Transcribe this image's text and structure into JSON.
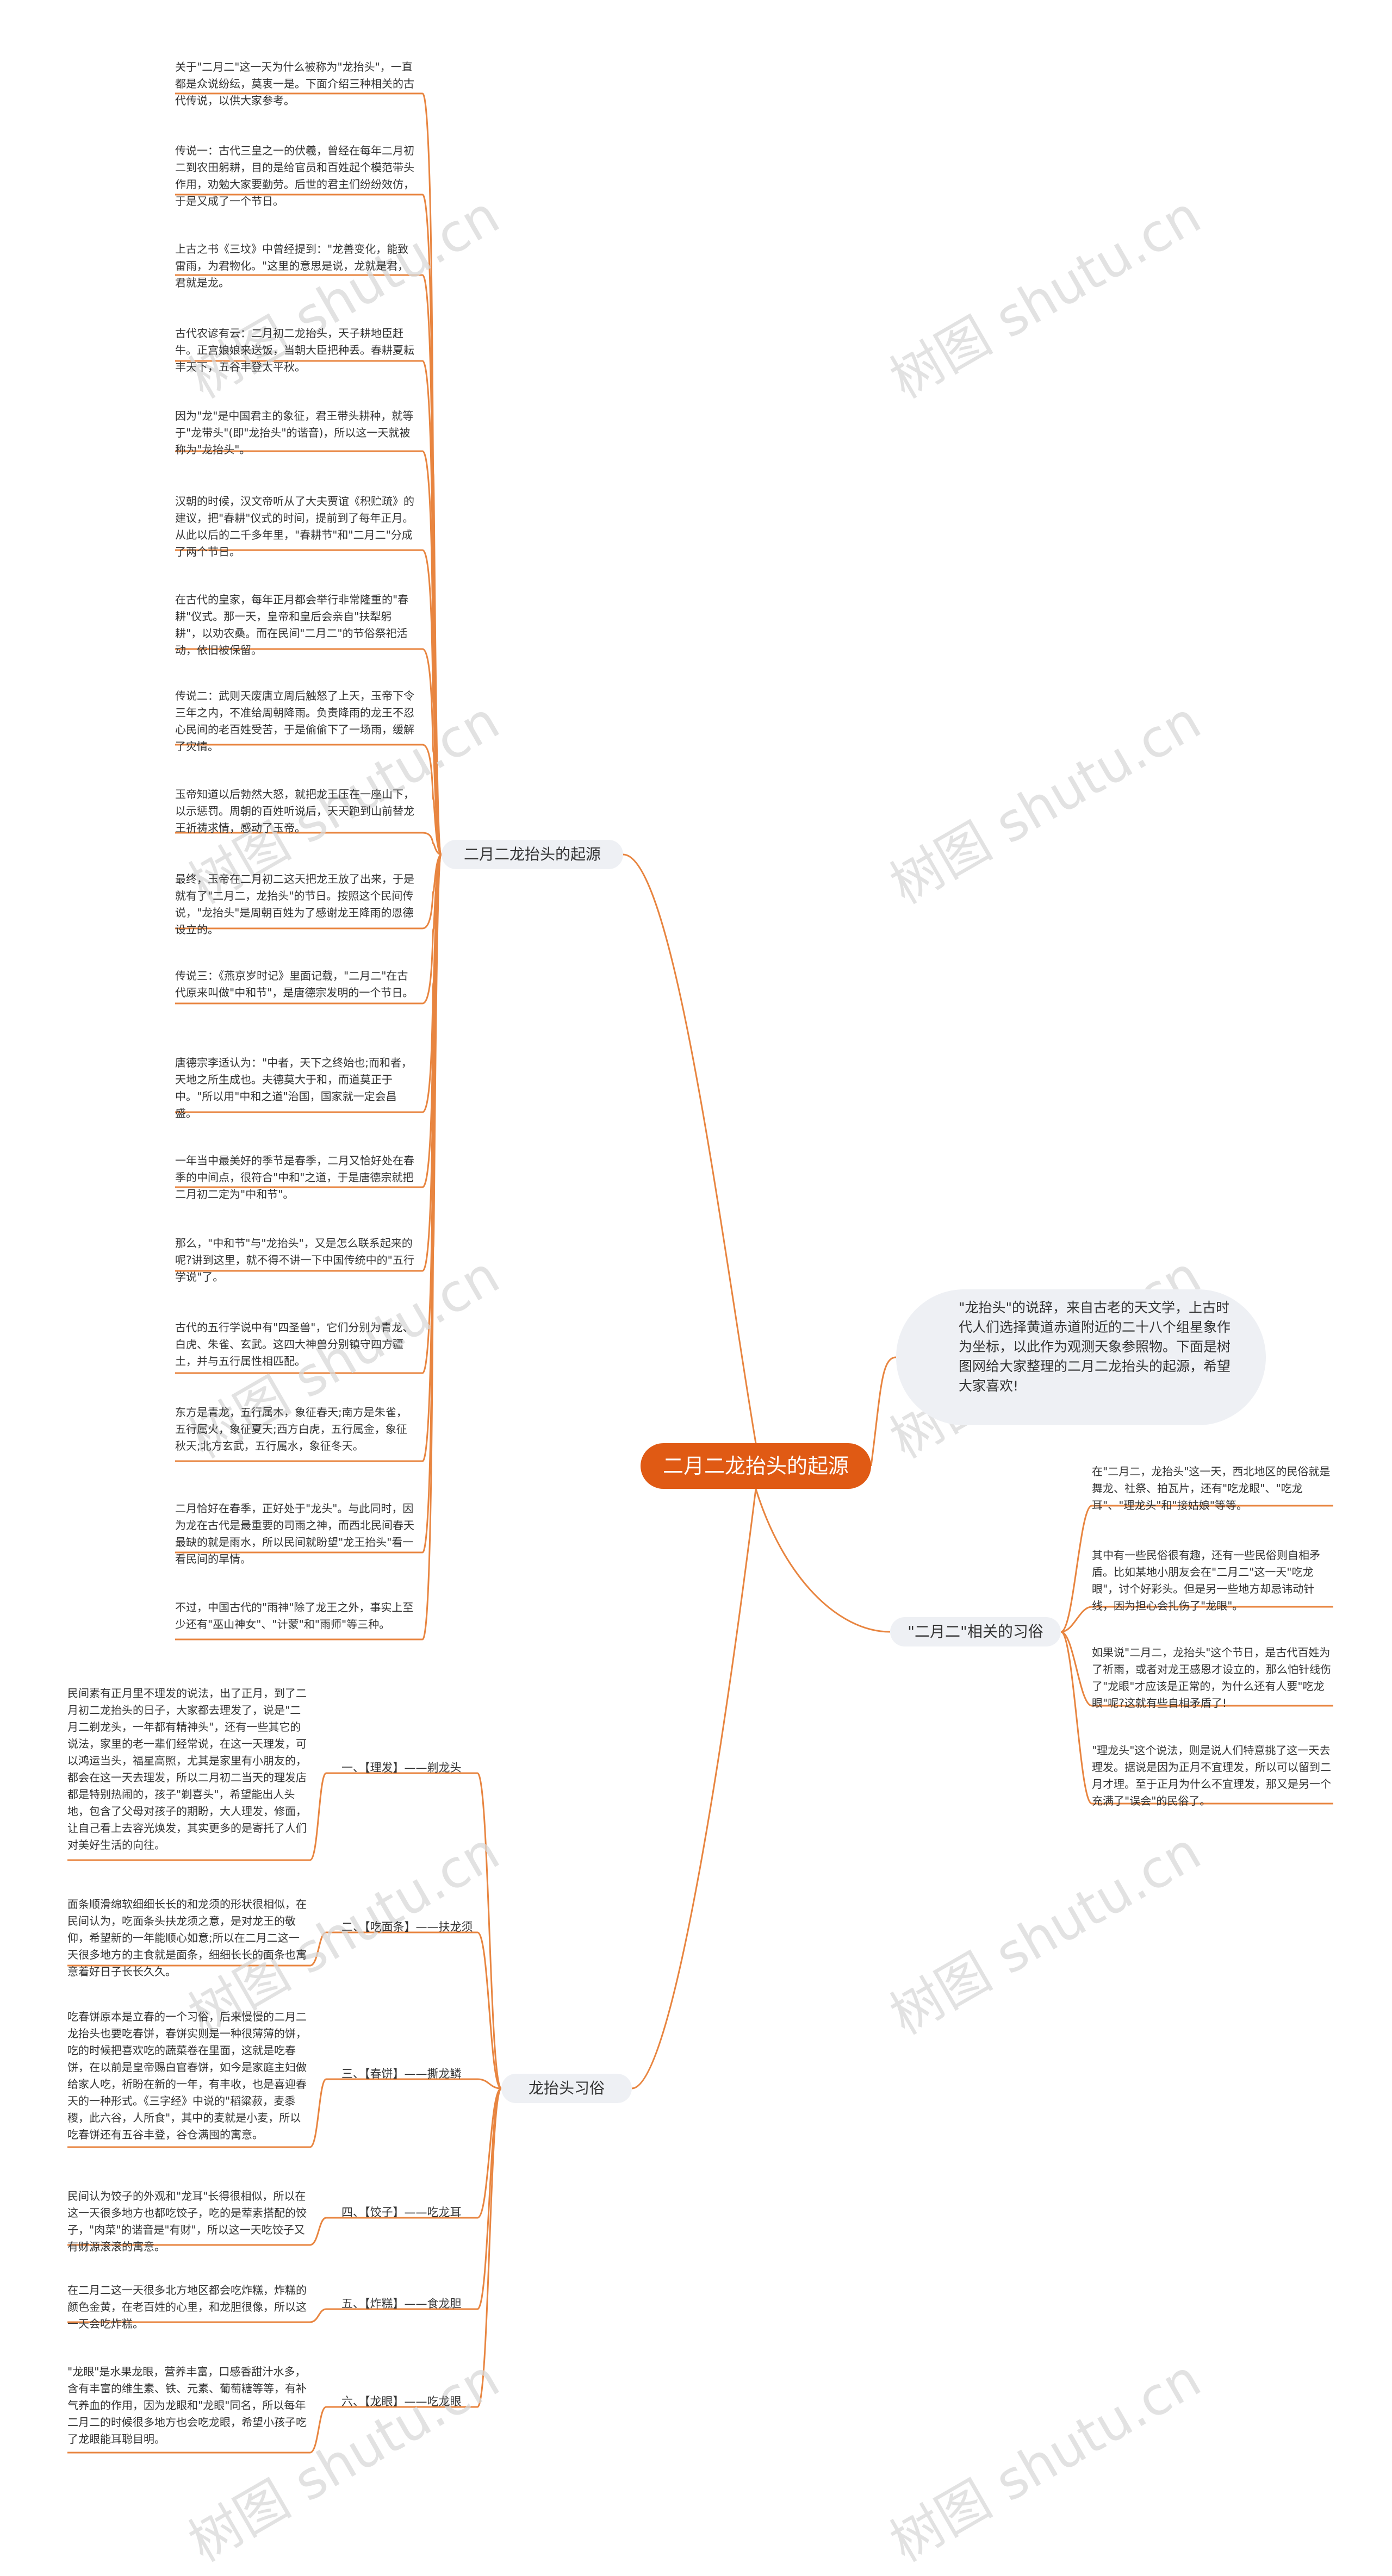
{
  "colors": {
    "accent": "#e05a14",
    "line": "#e88540",
    "node_bg": "#eef0f4",
    "watermark": "#d9d9d9"
  },
  "watermark": "树图 shutu.cn",
  "root": "二月二龙抬头的起源",
  "intro": "\"龙抬头\"的说辞，来自古老的天文学，上古时代人们选择黄道赤道附近的二十八个组星象作为坐标，以此作为观测天象参照物。下面是树图网给大家整理的二月二龙抬头的起源，希望大家喜欢!",
  "origin": {
    "label": "二月二龙抬头的起源",
    "items": [
      "关于\"二月二\"这一天为什么被称为\"龙抬头\"，一直都是众说纷纭，莫衷一是。下面介绍三种相关的古代传说，以供大家参考。",
      "传说一：古代三皇之一的伏羲，曾经在每年二月初二到农田躬耕，目的是给官员和百姓起个模范带头作用，劝勉大家要勤劳。后世的君主们纷纷效仿，于是又成了一个节日。",
      "上古之书《三坟》中曾经提到：\"龙善变化，能致雷雨，为君物化。\"这里的意思是说，龙就是君，君就是龙。",
      "古代农谚有云：二月初二龙抬头，天子耕地臣赶牛。正宫娘娘来送饭，当朝大臣把种丢。春耕夏耘丰天下，五谷丰登太平秋。",
      "因为\"龙\"是中国君主的象征，君王带头耕种，就等于\"龙带头\"(即\"龙抬头\"的谐音)，所以这一天就被称为\"龙抬头\"。",
      "汉朝的时候，汉文帝听从了大夫贾谊《积贮疏》的建议，把\"春耕\"仪式的时间，提前到了每年正月。从此以后的二千多年里，\"春耕节\"和\"二月二\"分成了两个节日。",
      "在古代的皇家，每年正月都会举行非常隆重的\"春耕\"仪式。那一天，皇帝和皇后会亲自\"扶犁躬耕\"，以劝农桑。而在民间\"二月二\"的节俗祭祀活动，依旧被保留。",
      "传说二：武则天废唐立周后触怒了上天，玉帝下令三年之内，不准给周朝降雨。负责降雨的龙王不忍心民间的老百姓受苦，于是偷偷下了一场雨，缓解了灾情。",
      "玉帝知道以后勃然大怒，就把龙王压在一座山下，以示惩罚。周朝的百姓听说后，天天跑到山前替龙王祈祷求情，感动了玉帝。",
      "最终，玉帝在二月初二这天把龙王放了出来，于是就有了\"二月二，龙抬头\"的节日。按照这个民间传说，\"龙抬头\"是周朝百姓为了感谢龙王降雨的恩德设立的。",
      "传说三：《燕京岁时记》里面记载，\"二月二\"在古代原来叫做\"中和节\"，是唐德宗发明的一个节日。",
      "唐德宗李适认为：\"中者，天下之终始也;而和者，天地之所生成也。夫德莫大于和，而道莫正于中。\"所以用\"中和之道\"治国，国家就一定会昌盛。",
      "一年当中最美好的季节是春季，二月又恰好处在春季的中间点，很符合\"中和\"之道，于是唐德宗就把二月初二定为\"中和节\"。",
      "那么，\"中和节\"与\"龙抬头\"，又是怎么联系起来的呢?讲到这里，就不得不讲一下中国传统中的\"五行学说\"了。",
      "古代的五行学说中有\"四圣兽\"，它们分别为青龙、白虎、朱雀、玄武。这四大神兽分别镇守四方疆土，并与五行属性相匹配。",
      "东方是青龙，五行属木，象征春天;南方是朱雀，五行属火，象征夏天;西方白虎，五行属金，象征秋天;北方玄武，五行属水，象征冬天。",
      "二月恰好在春季，正好处于\"龙头\"。与此同时，因为龙在古代是最重要的司雨之神，而西北民间春天最缺的就是雨水，所以民间就盼望\"龙王抬头\"看一看民间的旱情。",
      "不过，中国古代的\"雨神\"除了龙王之外，事实上至少还有\"巫山神女\"、\"计蒙\"和\"雨师\"等三种。"
    ]
  },
  "customs": {
    "label": "\"二月二\"相关的习俗",
    "items": [
      "在\"二月二，龙抬头\"这一天，西北地区的民俗就是舞龙、社祭、拍瓦片，还有\"吃龙眼\"、\"吃龙耳\"、\"理龙头\"和\"接姑娘\"等等。",
      "其中有一些民俗很有趣，还有一些民俗则自相矛盾。比如某地小朋友会在\"二月二\"这一天\"吃龙眼\"，讨个好彩头。但是另一些地方却忌讳动针线，因为担心会扎伤了\"龙眼\"。",
      "如果说\"二月二，龙抬头\"这个节日，是古代百姓为了祈雨，或者对龙王感恩才设立的，那么怕针线伤了\"龙眼\"才应该是正常的，为什么还有人要\"吃龙眼\"呢?这就有些自相矛盾了!",
      "\"理龙头\"这个说法，则是说人们特意挑了这一天去理发。据说是因为正月不宜理发，所以可以留到二月才理。至于正月为什么不宜理发，那又是另一个充满了\"误会\"的民俗了。"
    ]
  },
  "folk": {
    "label": "龙抬头习俗",
    "items": [
      {
        "label": "一、【理发】——剃龙头",
        "text": "民间素有正月里不理发的说法，出了正月，到了二月初二龙抬头的日子，大家都去理发了，说是\"二月二剃龙头，一年都有精神头\"，还有一些其它的说法，家里的老一辈们经常说，在这一天理发，可以鸿运当头，福星高照，尤其是家里有小朋友的，都会在这一天去理发，所以二月初二当天的理发店都是特别热闹的，孩子\"剃喜头\"，希望能出人头地，包含了父母对孩子的期盼，大人理发，修面，让自己看上去容光焕发，其实更多的是寄托了人们对美好生活的向往。"
      },
      {
        "label": "二、【吃面条】——扶龙须",
        "text": "面条顺滑绵软细细长长的和龙须的形状很相似，在民间认为，吃面条头扶龙须之意，是对龙王的敬仰，希望新的一年能顺心如意;所以在二月二这一天很多地方的主食就是面条，细细长长的面条也寓意着好日子长长久久。"
      },
      {
        "label": "三、【春饼】——撕龙鳞",
        "text": "吃春饼原本是立春的一个习俗，后来慢慢的二月二龙抬头也要吃春饼，春饼实则是一种很薄薄的饼，吃的时候把喜欢吃的蔬菜卷在里面，这就是吃春饼，在以前是皇帝赐白官春饼，如今是家庭主妇做给家人吃，祈盼在新的一年，有丰收，也是喜迎春天的一种形式。《三字经》中说的\"稻粱菽，麦黍稷，此六谷，人所食\"，其中的麦就是小麦，所以吃春饼还有五谷丰登，谷仓满囤的寓意。"
      },
      {
        "label": "四、【饺子】——吃龙耳",
        "text": "民间认为饺子的外观和\"龙耳\"长得很相似，所以在这一天很多地方也都吃饺子，吃的是荤素搭配的饺子，\"肉菜\"的谐音是\"有财\"，所以这一天吃饺子又有财源滚滚的寓意。"
      },
      {
        "label": "五、【炸糕】——食龙胆",
        "text": "在二月二这一天很多北方地区都会吃炸糕，炸糕的颜色金黄，在老百姓的心里，和龙胆很像，所以这一天会吃炸糕。"
      },
      {
        "label": "六、【龙眼】——吃龙眼",
        "text": "\"龙眼\"是水果龙眼，营养丰富，口感香甜汁水多，含有丰富的维生素、铁、元素、葡萄糖等等，有补气养血的作用，因为龙眼和\"龙眼\"同名，所以每年二月二的时候很多地方也会吃龙眼，希望小孩子吃了龙眼能耳聪目明。"
      }
    ]
  }
}
